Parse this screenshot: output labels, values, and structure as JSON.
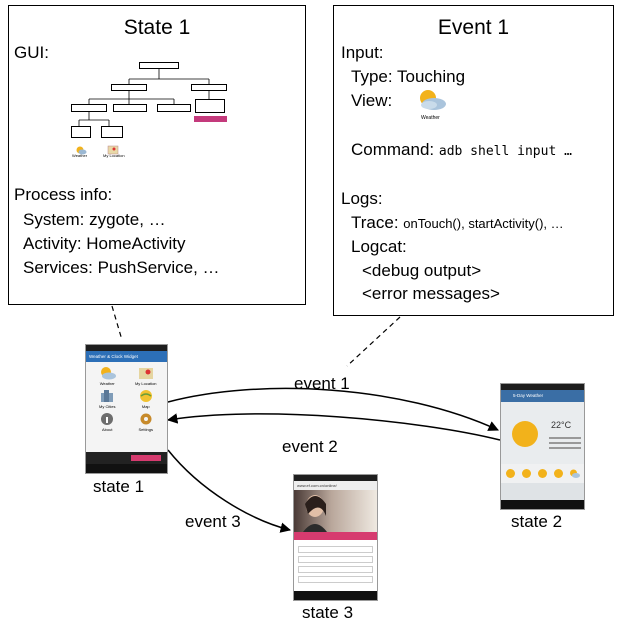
{
  "state_box": {
    "title": "State 1",
    "gui_label": "GUI:",
    "gui_icons": [
      {
        "caption": "Weather"
      },
      {
        "caption": "My Location"
      }
    ],
    "process_label": "Process info:",
    "system": "System: zygote, …",
    "activity": "Activity: HomeActivity",
    "services": "Services: PushService, …"
  },
  "event_box": {
    "title": "Event 1",
    "input_label": "Input:",
    "type": "Type: Touching",
    "view_label": "View:",
    "view_icon_caption": "Weather",
    "command_label": "Command: ",
    "command_code": "adb shell input …",
    "logs_label": "Logs:",
    "trace_label": "Trace: ",
    "trace_value": "onTouch(), startActivity(), …",
    "logcat_label": "Logcat:",
    "logcat_lines": [
      "<debug output>",
      "<error messages>"
    ]
  },
  "graph": {
    "nodes": [
      {
        "id": "state1",
        "label": "state 1"
      },
      {
        "id": "state2",
        "label": "state 2"
      },
      {
        "id": "state3",
        "label": "state 3"
      }
    ],
    "edges": [
      {
        "from": "state1",
        "to": "state2",
        "label": "event 1"
      },
      {
        "from": "state2",
        "to": "state1",
        "label": "event 2"
      },
      {
        "from": "state1",
        "to": "state3",
        "label": "event 3"
      }
    ]
  },
  "screens": {
    "state1": {
      "app_title": "Weather & Clock Widget",
      "items": [
        "Weather",
        "My Location",
        "My Cities",
        "Map",
        "About",
        "Settings"
      ]
    },
    "state2": {
      "app_title": "5-Day Weather",
      "temp": "22°C"
    },
    "state3": {
      "url": "www.ef.com.cn/online/"
    }
  },
  "colors": {
    "app_bar": "#2c6fb7",
    "state2_bar": "#3a6ea5",
    "banner_pink": "#d63b6f",
    "sun": "#f2b21b"
  }
}
